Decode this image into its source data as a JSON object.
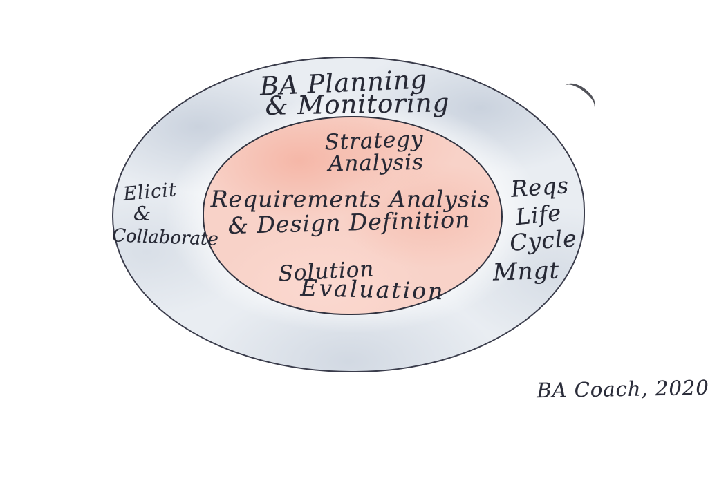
{
  "outer_ring": {
    "planning_monitoring": [
      "BA Planning",
      "& Monitoring"
    ],
    "elicit_collaborate": [
      "Elicit",
      "&",
      "Collaborate"
    ],
    "reqs_lifecycle": [
      "Reqs",
      "Life",
      "Cycle",
      "Mngt"
    ]
  },
  "inner_core": {
    "strategy_analysis": [
      "Strategy",
      "Analysis"
    ],
    "requirements_design": [
      "Requirements Analysis",
      "& Design Definition"
    ],
    "solution_evaluation": [
      "Solution",
      "Evaluation"
    ]
  },
  "credit": {
    "icon": "bullseye-icon",
    "text": "BA Coach, 2020"
  },
  "colors": {
    "ink": "#272935",
    "ellipse_outline": "#3a3c4b",
    "outer_wash": "#e9edf2",
    "outer_wash_dark": "#c9d1dc",
    "inner_wash": "#f8d2c8",
    "inner_wash_dark": "#f3a792",
    "logo_red": "#cb1f28",
    "background": "#ffffff"
  }
}
